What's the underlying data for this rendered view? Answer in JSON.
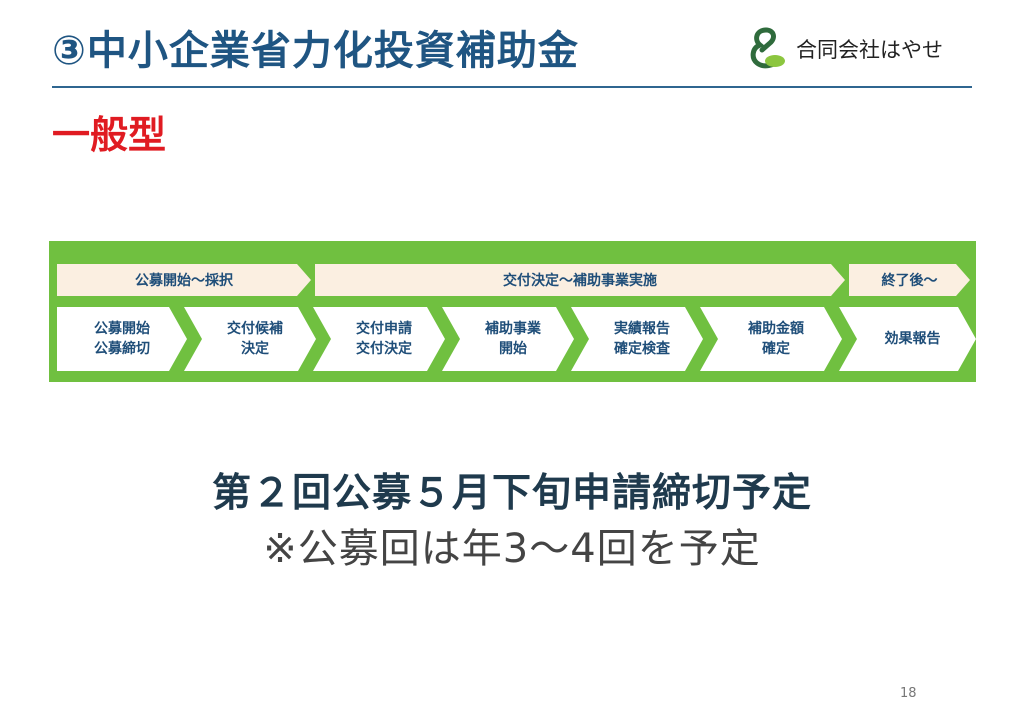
{
  "slide": {
    "title": "③中小企業省力化投資補助金",
    "subtitle": "一般型",
    "company": "合同会社はやせ",
    "logo_icon": "company-logo-icon",
    "page_number": "18",
    "main_message": "第２回公募５月下旬申請締切予定",
    "note": "※公募回は年3～4回を予定"
  },
  "colors": {
    "title": "#1f5582",
    "accent_red": "#e01b22",
    "flow_green": "#70c040",
    "phase_fill": "#fbefe1",
    "step_text": "#1f4e79"
  },
  "flow": {
    "phases": [
      {
        "label": "公募開始～採択"
      },
      {
        "label": "交付決定～補助事業実施"
      },
      {
        "label": "終了後～"
      }
    ],
    "steps": [
      {
        "lines": [
          "公募開始",
          "公募締切"
        ]
      },
      {
        "lines": [
          "交付候補",
          "決定"
        ]
      },
      {
        "lines": [
          "交付申請",
          "交付決定"
        ]
      },
      {
        "lines": [
          "補助事業",
          "開始"
        ]
      },
      {
        "lines": [
          "実績報告",
          "確定検査"
        ]
      },
      {
        "lines": [
          "補助金額",
          "確定"
        ]
      },
      {
        "lines": [
          "効果報告"
        ]
      }
    ]
  }
}
